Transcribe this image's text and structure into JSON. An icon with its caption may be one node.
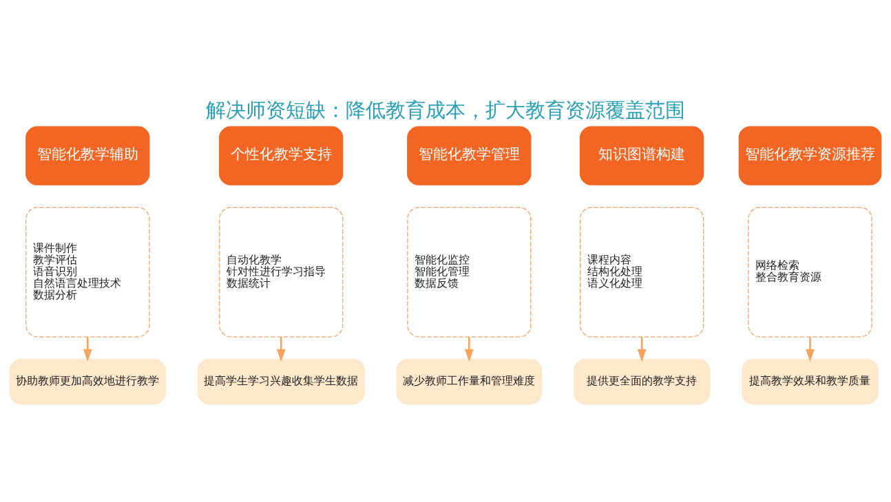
{
  "diagram": {
    "title": "解决师资短缺：降低教育成本，扩大教育资源覆盖范围",
    "nodes": [
      {
        "text": [
          "智能化教学辅助"
        ]
      },
      {
        "text": [
          "课件制作",
          "教学评估",
          "语音识别",
          "自然语言处理技术",
          "数据分析"
        ]
      },
      {
        "text": [
          "协助教师更加高效地进行教学"
        ]
      },
      {
        "text": [
          "个性化教学支持"
        ]
      },
      {
        "text": [
          "自动化教学",
          "针对性进行学习指导",
          "数据统计"
        ]
      },
      {
        "text": [
          "提高学生学习兴趣收集学生数据"
        ]
      },
      {
        "text": [
          "智能化教学管理"
        ]
      },
      {
        "text": [
          "智能化监控",
          "智能化管理",
          "数据反馈"
        ]
      },
      {
        "text": [
          "减少教师工作量和管理难度"
        ]
      },
      {
        "text": [
          "知识图谱构建"
        ]
      },
      {
        "text": [
          "课程内容",
          "结构化处理",
          "语义化处理"
        ]
      },
      {
        "text": [
          "提供更全面的教学支持"
        ]
      },
      {
        "text": [
          "智能化教学资源推荐"
        ]
      },
      {
        "text": [
          "网络检索",
          "整合教育资源"
        ]
      },
      {
        "text": [
          "提高教学效果和教学质量"
        ]
      }
    ],
    "edges": [
      {
        "from": 1,
        "to": 2,
        "arrow": "to"
      },
      {
        "from": 4,
        "to": 5,
        "arrow": "to"
      },
      {
        "from": 7,
        "to": 8,
        "arrow": "to"
      },
      {
        "from": 10,
        "to": 11,
        "arrow": "to"
      },
      {
        "from": 13,
        "to": 14,
        "arrow": "to"
      }
    ]
  }
}
